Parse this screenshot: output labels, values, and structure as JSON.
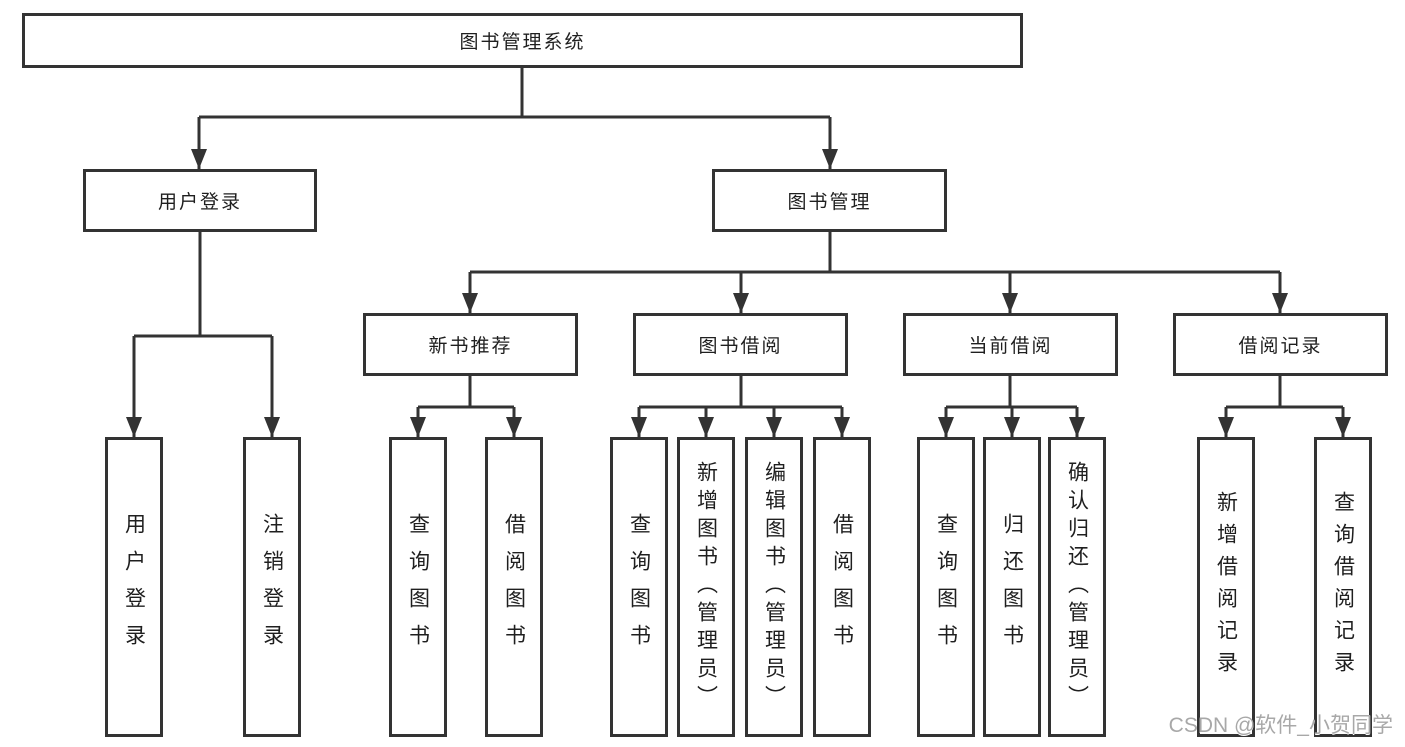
{
  "colors": {
    "line": "#333333",
    "text": "#1f1f1f",
    "background": "#ffffff",
    "watermark": "#a8a8a8"
  },
  "watermark": "CSDN @软件_小贺同学",
  "tree": {
    "root": {
      "label": "图书管理系统"
    },
    "branches": [
      {
        "label": "用户登录",
        "children": [
          {
            "label": "用户登录"
          },
          {
            "label": "注销登录"
          }
        ]
      },
      {
        "label": "图书管理",
        "children": [
          {
            "label": "新书推荐",
            "children": [
              {
                "label": "查询图书"
              },
              {
                "label": "借阅图书"
              }
            ]
          },
          {
            "label": "图书借阅",
            "children": [
              {
                "label": "查询图书"
              },
              {
                "label": "新增图书（管理员）"
              },
              {
                "label": "编辑图书（管理员）"
              },
              {
                "label": "借阅图书"
              }
            ]
          },
          {
            "label": "当前借阅",
            "children": [
              {
                "label": "查询图书"
              },
              {
                "label": "归还图书"
              },
              {
                "label": "确认归还（管理员）"
              }
            ]
          },
          {
            "label": "借阅记录",
            "children": [
              {
                "label": "新增借阅记录"
              },
              {
                "label": "查询借阅记录"
              }
            ]
          }
        ]
      }
    ]
  }
}
